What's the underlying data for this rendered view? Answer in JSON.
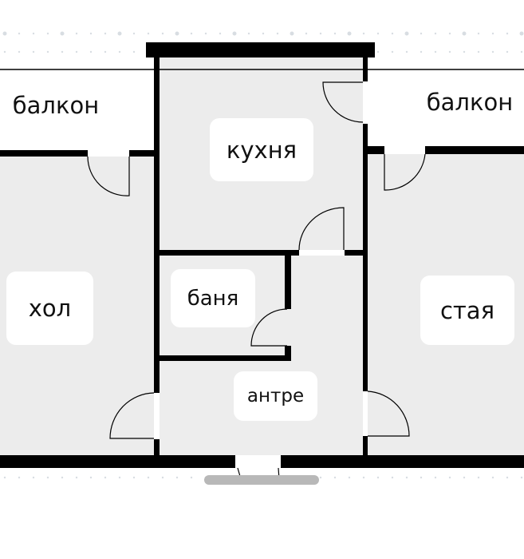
{
  "rooms": {
    "balcony_left": "балкон",
    "balcony_right": "балкон",
    "kitchen": "кухня",
    "bathroom": "баня",
    "living_room": "хол",
    "room": "стая",
    "entrance_hall": "антре"
  },
  "colors": {
    "wall": "#000000",
    "room_fill": "#ececec",
    "label_bg": "#ffffff"
  }
}
